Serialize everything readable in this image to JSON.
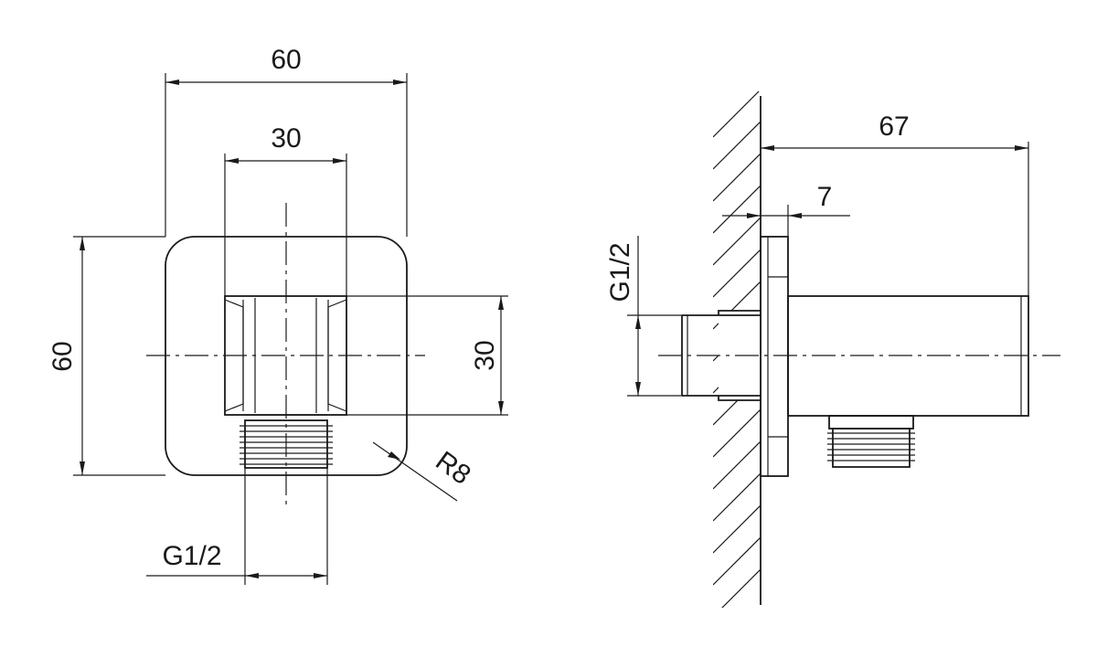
{
  "front_view": {
    "overall_width": "60",
    "outlet_width": "30",
    "overall_height": "60",
    "outlet_height": "30",
    "corner_radius": "R8",
    "thread_size": "G1/2"
  },
  "side_view": {
    "overall_depth": "67",
    "flange_thickness": "7",
    "thread_size": "G1/2"
  }
}
